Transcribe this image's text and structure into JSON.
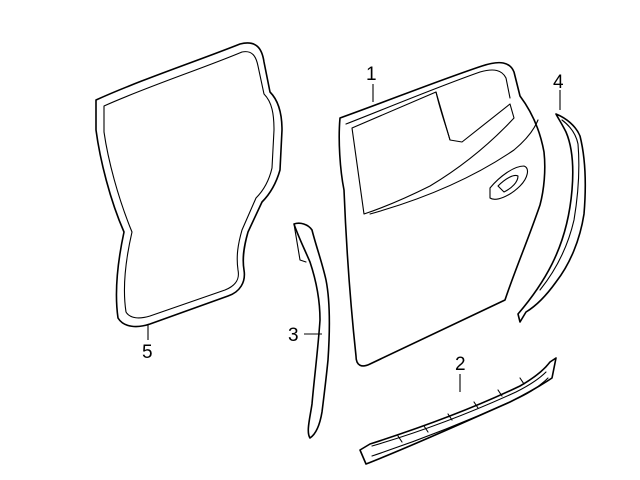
{
  "diagram": {
    "callouts": [
      {
        "id": "1",
        "label": "1"
      },
      {
        "id": "2",
        "label": "2"
      },
      {
        "id": "3",
        "label": "3"
      },
      {
        "id": "4",
        "label": "4"
      },
      {
        "id": "5",
        "label": "5"
      }
    ],
    "colors": {
      "stroke": "#000000",
      "background": "#ffffff"
    }
  }
}
